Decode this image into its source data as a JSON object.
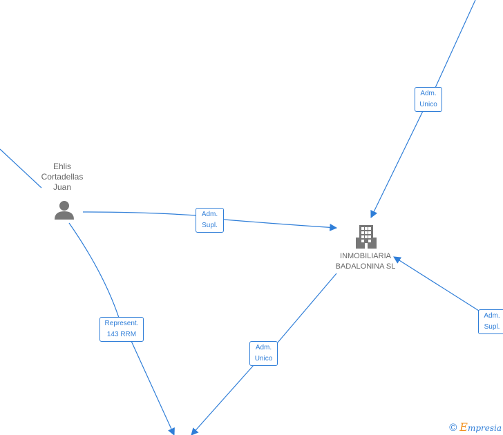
{
  "nodes": {
    "person": {
      "name_lines": [
        "Ehlis",
        "Cortadellas",
        "Juan"
      ],
      "icon": "person-icon"
    },
    "company": {
      "name_lines": [
        "INMOBILIARIA",
        "BADALONINA SL"
      ],
      "icon": "building-icon"
    }
  },
  "edges": [
    {
      "id": "adm-unico-top",
      "lines": [
        "Adm.",
        "Unico"
      ]
    },
    {
      "id": "adm-supl-person",
      "lines": [
        "Adm.",
        "Supl."
      ]
    },
    {
      "id": "adm-supl-right",
      "lines": [
        "Adm.",
        "Supl."
      ]
    },
    {
      "id": "represent",
      "lines": [
        "Represent.",
        "143 RRM"
      ]
    },
    {
      "id": "adm-unico-bottom",
      "lines": [
        "Adm.",
        "Unico"
      ]
    }
  ],
  "colors": {
    "edge": "#2f7ed8",
    "node_icon": "#777777",
    "label_text": "#666666",
    "brand_orange": "#f0901e"
  },
  "watermark": {
    "copyright": "©",
    "brand_initial": "E",
    "brand_rest": "mpresia"
  }
}
